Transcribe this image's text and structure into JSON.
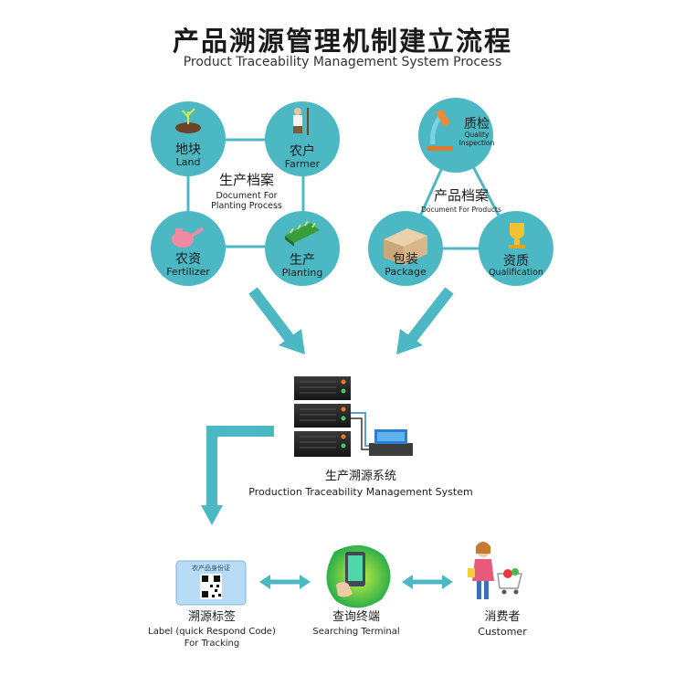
{
  "header": {
    "title_cn": "产品溯源管理机制建立流程",
    "title_en": "Product Traceability Management System Process"
  },
  "left_group": {
    "center_cn": "生产档案",
    "center_en_1": "Document For",
    "center_en_2": "Planting Process",
    "nodes": [
      {
        "cn": "地块",
        "en": "Land"
      },
      {
        "cn": "农户",
        "en": "Farmer"
      },
      {
        "cn": "农资",
        "en": "Fertilizer"
      },
      {
        "cn": "生产",
        "en": "Planting"
      }
    ]
  },
  "right_group": {
    "center_cn": "产品档案",
    "center_en": "Document For Products",
    "nodes": [
      {
        "cn": "质检",
        "en_1": "Quality",
        "en_2": "Inspection"
      },
      {
        "cn": "包装",
        "en": "Package"
      },
      {
        "cn": "资质",
        "en": "Qualification"
      }
    ]
  },
  "system": {
    "cn": "生产溯源系统",
    "en": "Production Traceability Management System"
  },
  "bottom": {
    "label": {
      "card_text": "农产品身份证",
      "cn": "溯源标签",
      "en_1": "Label (quick Respond Code)",
      "en_2": "For Tracking"
    },
    "terminal": {
      "cn": "查询终端",
      "en": "Searching Terminal"
    },
    "customer": {
      "cn": "消费者",
      "en": "Customer"
    }
  },
  "colors": {
    "circle": "#4cb8c4",
    "arrow": "#3fb4c9",
    "text": "#1b1b1b"
  }
}
